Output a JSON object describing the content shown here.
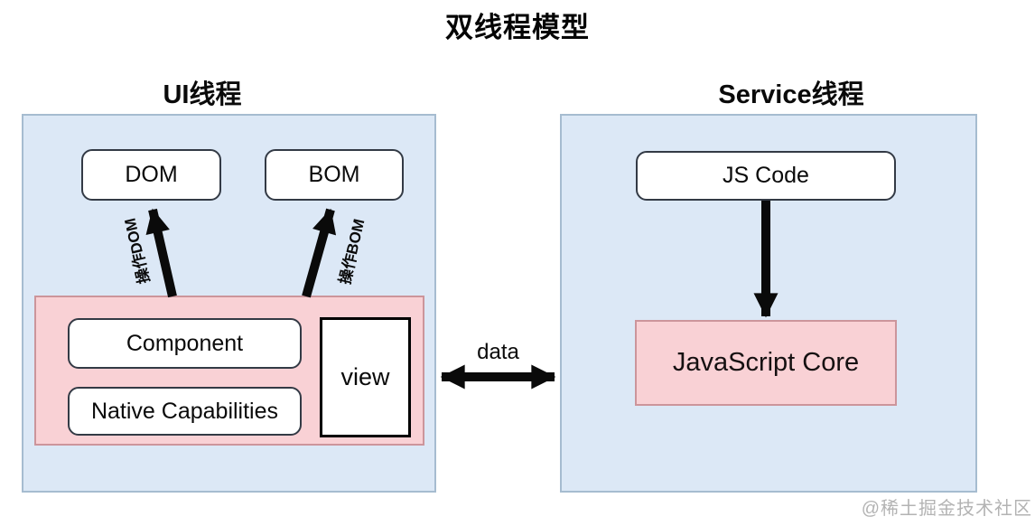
{
  "title": "双线程模型",
  "watermark": "@稀土掘金技术社区",
  "panels": {
    "ui": {
      "header": "UI线程",
      "dom_label": "DOM",
      "bom_label": "BOM",
      "operate_dom_label": "操作DOM",
      "operate_bom_label": "操作BOM",
      "renderer": {
        "component_label": "Component",
        "native_capabilities_label": "Native Capabilities",
        "view_label": "view"
      }
    },
    "service": {
      "header": "Service线程",
      "js_code_label": "JS Code",
      "javascript_core_label": "JavaScript Core"
    }
  },
  "connections": {
    "data_label": "data"
  },
  "colors": {
    "panel_fill": "#dce8f6",
    "panel_border": "#a6bcd0",
    "pink_fill": "#f9d1d5",
    "pink_border": "#cc959b",
    "box_border": "#333a45",
    "arrow": "#0a0a0a",
    "watermark": "#b3b3b3"
  }
}
